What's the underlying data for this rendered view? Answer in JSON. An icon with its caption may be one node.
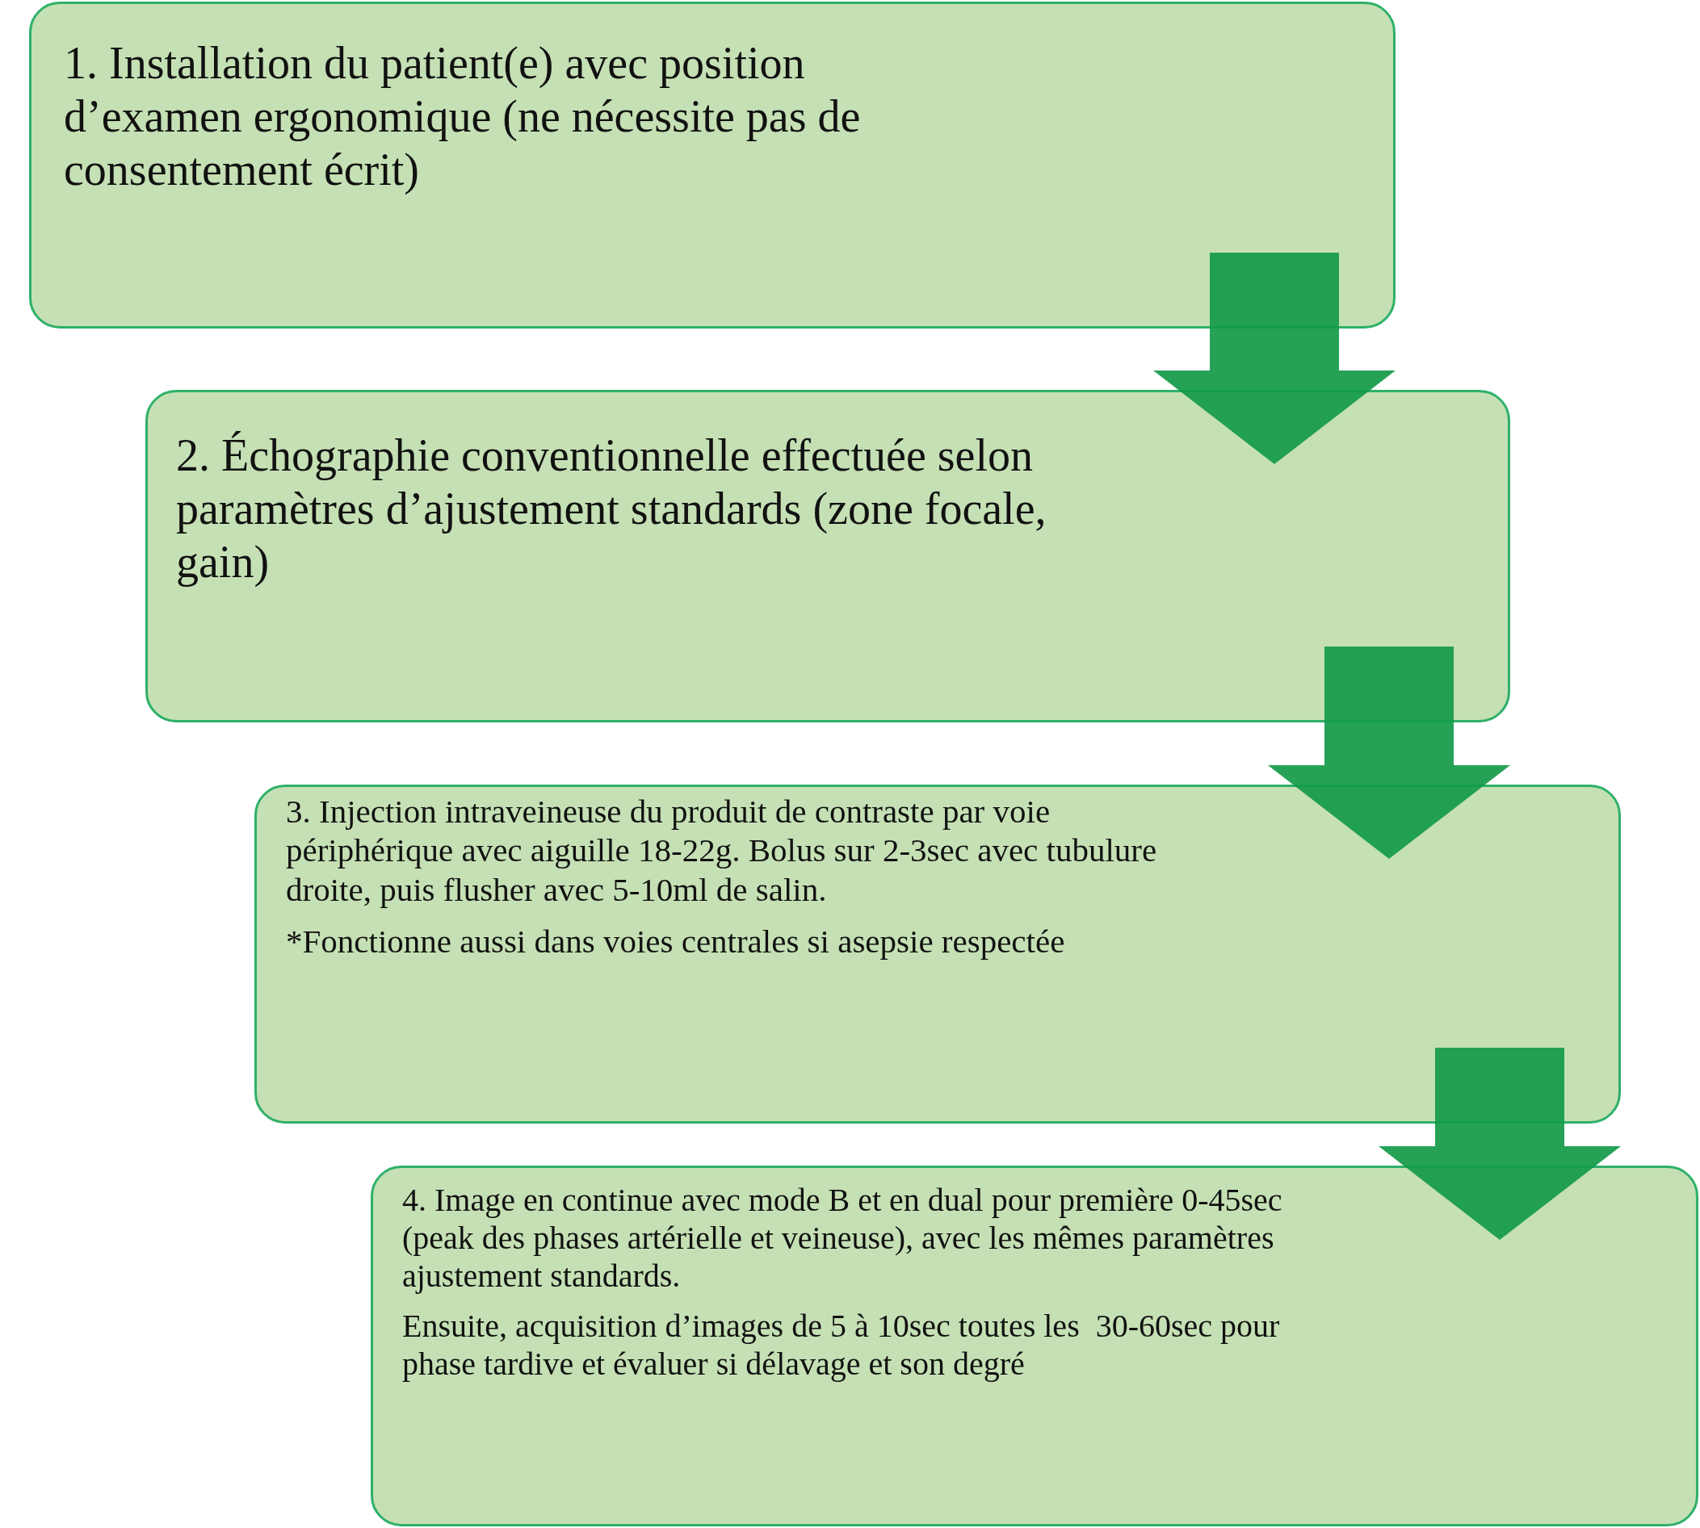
{
  "diagram": {
    "nodes": [
      {
        "text": [
          "1. Installation du patient(e) avec position d’examen ergonomique (ne nécessite pas de consentement écrit)"
        ]
      },
      {
        "text": [
          "2. Échographie conventionnelle effectuée selon paramètres d’ajustement standards (zone focale, gain)"
        ]
      },
      {
        "text": [
          "3. Injection intraveineuse du produit de contraste par voie périphérique avec aiguille 18-22g. Bolus sur 2-3sec avec tubulure droite, puis flusher avec 5-10ml de salin.",
          "*Fonctionne aussi dans voies centrales si asepsie respectée"
        ]
      },
      {
        "text": [
          "4. Image en continue avec mode B et en dual pour première 0-45sec (peak des phases artérielle et veineuse), avec les mêmes paramètres ajustement standards.",
          "Ensuite, acquisition d’images de 5 à 10sec toutes les  30-60sec pour phase tardive et évaluer si délavage et son degré"
        ]
      }
    ],
    "edges": [
      {
        "from": 0,
        "to": 1,
        "arrow": "to"
      },
      {
        "from": 1,
        "to": 2,
        "arrow": "to"
      },
      {
        "from": 2,
        "to": 3,
        "arrow": "to"
      }
    ]
  }
}
